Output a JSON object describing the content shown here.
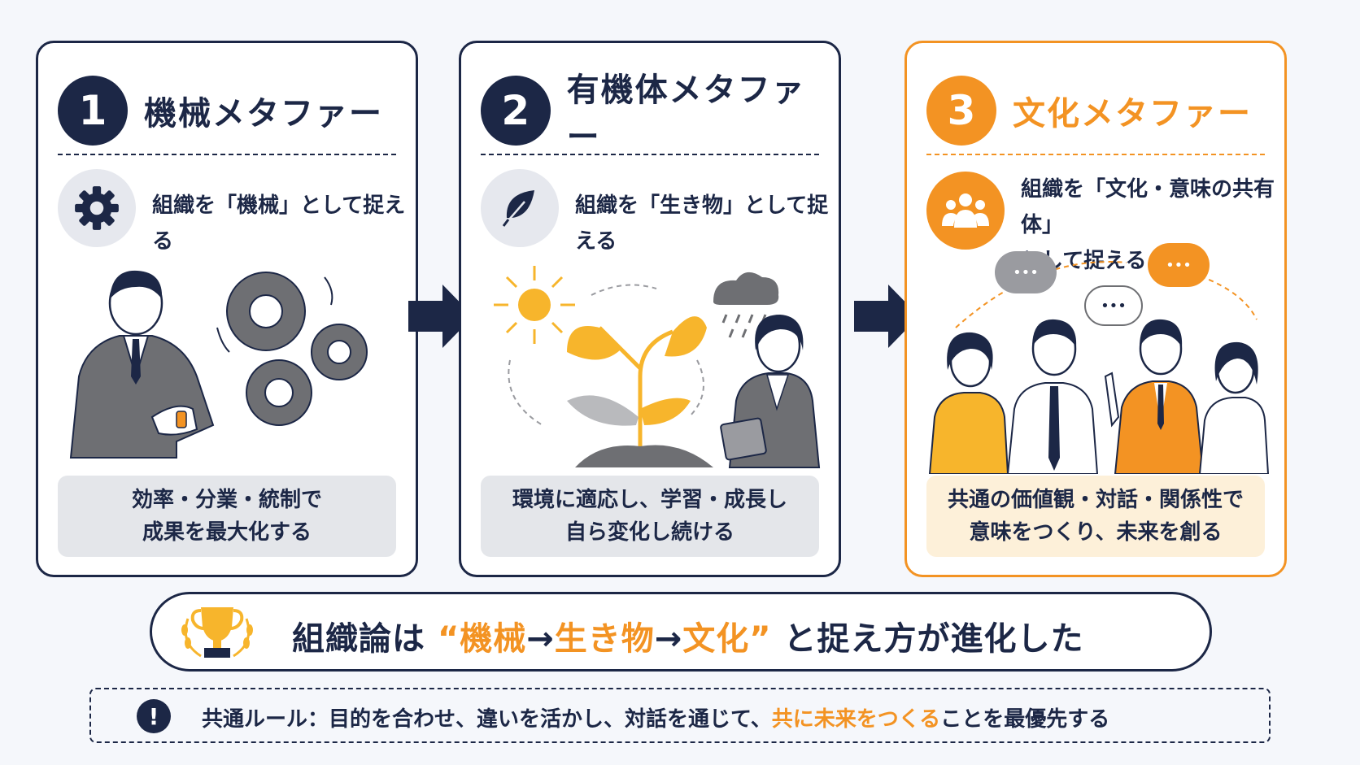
{
  "cards": [
    {
      "number": "1",
      "title": "機械メタファー",
      "subtitle": "組織を「機械」として捉える",
      "summary_line1": "効率・分業・統制で",
      "summary_line2": "成果を最大化する",
      "icon": "gear-icon"
    },
    {
      "number": "2",
      "title": "有機体メタファー",
      "subtitle": "組織を「生き物」として捉える",
      "summary_line1": "環境に適応し、学習・成長し",
      "summary_line2": "自ら変化し続ける",
      "icon": "leaf-icon"
    },
    {
      "number": "3",
      "title": "文化メタファー",
      "subtitle_line1": "組織を「文化・意味の共有体」",
      "subtitle_line2": "として捉える",
      "summary_line1": "共通の価値観・対話・関係性で",
      "summary_line2": "意味をつくり、未来を創る",
      "icon": "people-group-icon"
    }
  ],
  "bubbles": {
    "dots": "•••"
  },
  "banner": {
    "prefix": "組織論は",
    "quote_open": "“",
    "word1": "機械",
    "arrow1": "→",
    "word2": "生き物",
    "arrow2": "→",
    "word3": "文化",
    "quote_close": "”",
    "suffix": "と捉え方が進化した"
  },
  "rule": {
    "icon_glyph": "!",
    "prefix": "共通ルール：目的を合わせ、違いを活かし、対話を通じて、",
    "highlight": "共に未来をつくる",
    "suffix": "ことを最優先する"
  },
  "colors": {
    "navy": "#1c2746",
    "orange": "#f39323",
    "gray": "#6e6f73",
    "yellow": "#f7b52c"
  }
}
